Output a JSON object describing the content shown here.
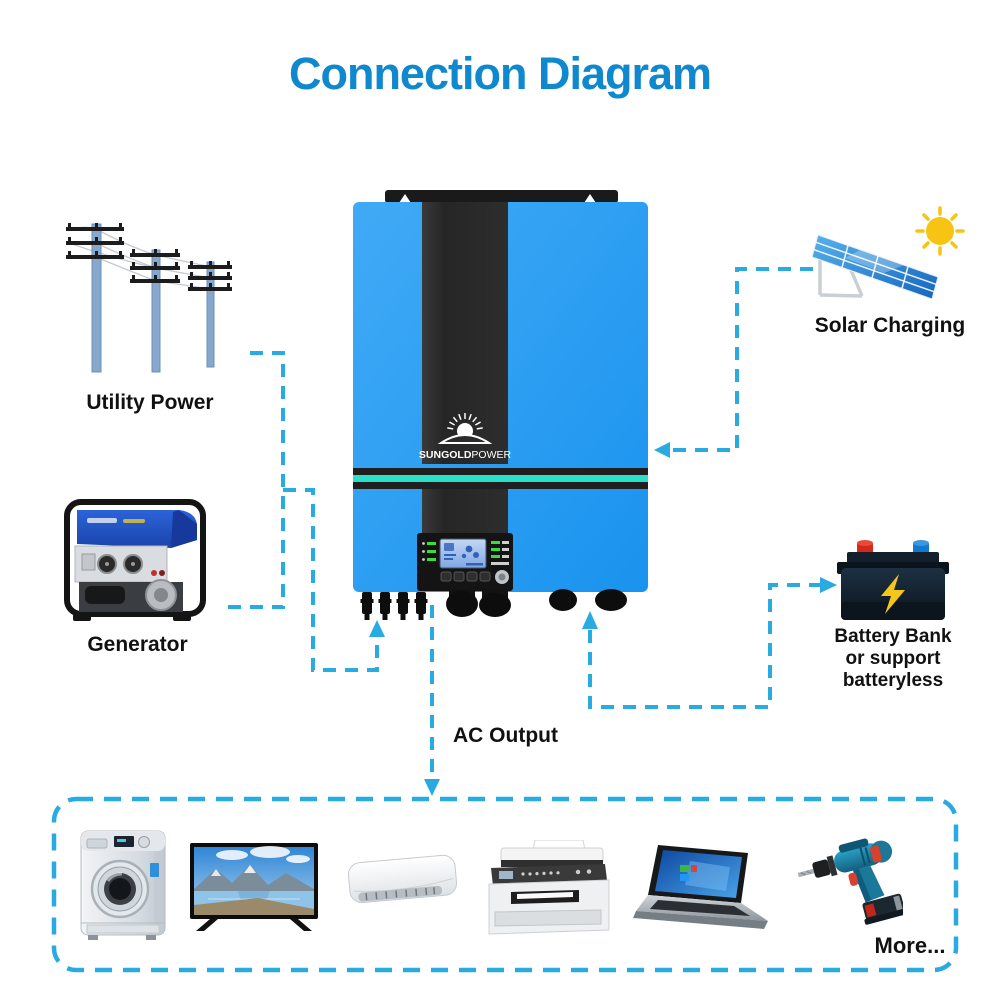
{
  "title": "Connection Diagram",
  "labels": {
    "utility": "Utility Power",
    "generator": "Generator",
    "solar": "Solar Charging",
    "battery": [
      "Battery Bank",
      "or support",
      "batteryless"
    ],
    "ac_output": "AC Output",
    "more": "More..."
  },
  "inverter": {
    "brand_primary": "SUNGOLD",
    "brand_secondary": "POWER"
  },
  "appliances": [
    "washing-machine",
    "tv",
    "air-conditioner",
    "printer",
    "laptop",
    "electric-drill"
  ],
  "icons": {
    "utility-poles-icon": "three power poles with wires",
    "generator-icon": "portable gasoline generator",
    "solar-panel-icon": "tilted solar panel",
    "sun-icon": "yellow sun with rays",
    "battery-icon": "car battery with lightning bolt",
    "inverter-icon": "wall-mounted solar inverter"
  },
  "colors": {
    "title_blue": "#1088ce",
    "connector_line": "#29abe2",
    "inverter_blue": "#219ff3",
    "inverter_stripe": "#2b2b2b",
    "accent_teal": "#2be0c9",
    "sun_yellow": "#f7c414",
    "battery_red_terminal": "#d3281c",
    "battery_blue_terminal": "#1179d0",
    "bolt_yellow": "#f5c51c"
  }
}
